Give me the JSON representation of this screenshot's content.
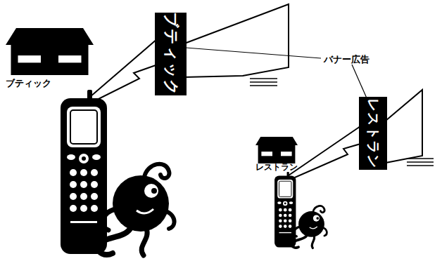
{
  "diagram": {
    "nodes": [
      {
        "text": [
          "ブティック"
        ]
      },
      {
        "text": [
          "ブティック"
        ]
      },
      {
        "text": [
          "レストラン"
        ]
      },
      {
        "text": [
          "レストラン"
        ]
      }
    ],
    "labels": [
      "バナー広告"
    ]
  }
}
